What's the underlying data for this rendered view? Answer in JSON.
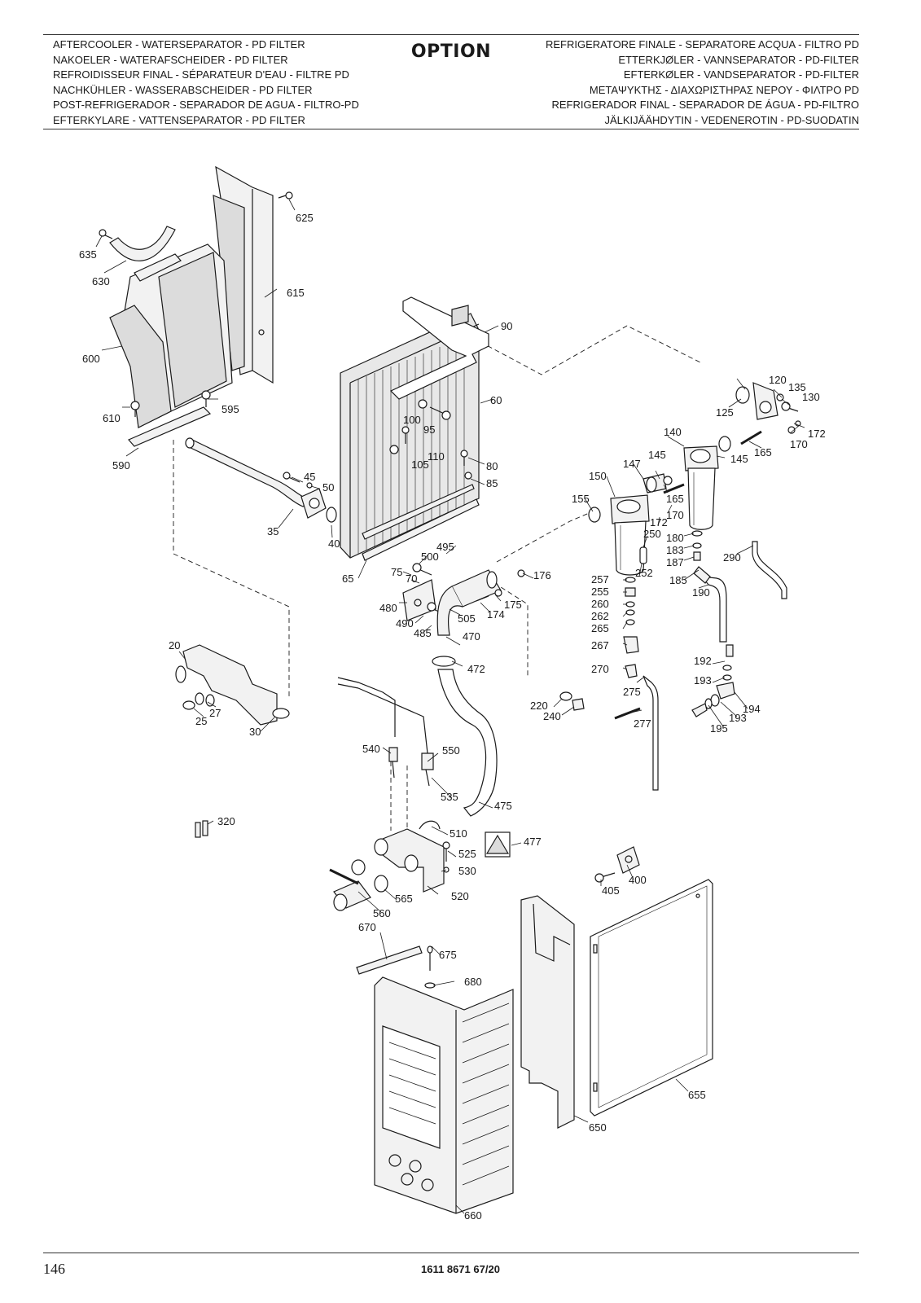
{
  "header": {
    "title": "OPTION",
    "left_lines": [
      "AFTERCOOLER - WATERSEPARATOR - PD FILTER",
      "NAKOELER - WATERAFSCHEIDER - PD FILTER",
      "REFROIDISSEUR FINAL - SÉPARATEUR D'EAU - FILTRE PD",
      "NACHKÜHLER - WASSERABSCHEIDER - PD FILTER",
      "POST-REFRIGERADOR - SEPARADOR DE AGUA - FILTRO-PD",
      "EFTERKYLARE - VATTENSEPARATOR - PD FILTER"
    ],
    "right_lines": [
      "REFRIGERATORE FINALE - SEPARATORE ACQUA - FILTRO PD",
      "ETTERKJØLER - VANNSEPARATOR - PD-FILTER",
      "EFTERKØLER - VANDSEPARATOR - PD-FILTER",
      "ΜΕΤΑΨΥΚΤΗΣ - ΔΙΑΧΩΡΙΣΤΗΡΑΣ ΝΕΡΟΥ - ΦΙΛΤΡΟ PD",
      "REFRIGERADOR FINAL - SEPARADOR DE ÁGUA - PD-FILTRO",
      "JÄLKIJÄÄHDYTIN - VEDENEROTIN - PD-SUODATIN"
    ]
  },
  "part_labels": [
    "625",
    "635",
    "630",
    "615",
    "600",
    "610",
    "595",
    "590",
    "90",
    "60",
    "100",
    "95",
    "110",
    "105",
    "80",
    "85",
    "45",
    "50",
    "35",
    "40",
    "120",
    "135",
    "130",
    "125",
    "172",
    "170",
    "165",
    "145",
    "140",
    "147",
    "145",
    "150",
    "165",
    "155",
    "170",
    "172",
    "250",
    "180",
    "183",
    "187",
    "290",
    "252",
    "185",
    "190",
    "495",
    "500",
    "75",
    "70",
    "65",
    "176",
    "480",
    "175",
    "174",
    "505",
    "490",
    "485",
    "470",
    "472",
    "257",
    "255",
    "260",
    "262",
    "265",
    "267",
    "270",
    "275",
    "277",
    "192",
    "193",
    "194",
    "193",
    "195",
    "20",
    "27",
    "25",
    "30",
    "220",
    "240",
    "540",
    "550",
    "535",
    "475",
    "320",
    "510",
    "477",
    "525",
    "530",
    "520",
    "565",
    "560",
    "400",
    "405",
    "670",
    "675",
    "680",
    "655",
    "650",
    "660"
  ],
  "footer": {
    "page_number": "146",
    "doc_code": "1611 8671 67/20"
  },
  "colors": {
    "line": "#1a1a1a",
    "panel_fill": "#dcdcdc",
    "light_fill": "#f2f2f2"
  }
}
